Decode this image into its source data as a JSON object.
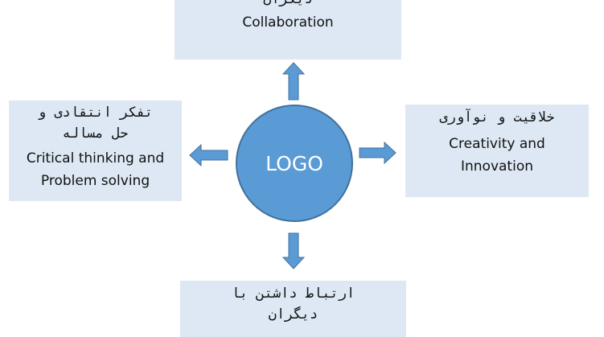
{
  "center": {
    "label": "LOGO"
  },
  "boxes": {
    "top": {
      "persian": "دیگران",
      "english": "Collaboration"
    },
    "left": {
      "persian": "تفکر انتقادی و\nحل مساله",
      "english": "Critical thinking and\nProblem solving"
    },
    "right": {
      "persian": "خلاقیت و نوآوری",
      "english": "Creativity and\nInnovation"
    },
    "bottom": {
      "persian": "ارتباط داشتن با\nدیگران"
    }
  },
  "colors": {
    "circle_fill": "#5b9bd5",
    "circle_stroke": "#41719c",
    "arrow_fill": "#5b9bd5",
    "box_fill": "#dde8f4"
  }
}
